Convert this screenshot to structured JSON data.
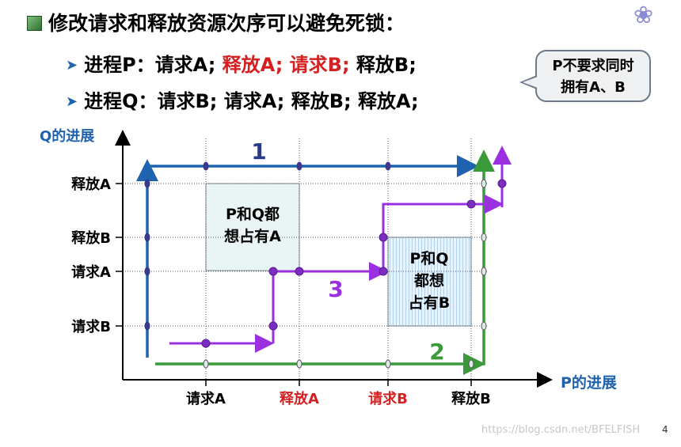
{
  "title": "修改请求和释放资源次序可以避免死锁：",
  "line_p": {
    "label": "进程P：",
    "a": "请求A; ",
    "b": "释放A; ",
    "c": "请求B; ",
    "d": "释放B;"
  },
  "line_q": {
    "label": "进程Q：",
    "text": "请求B; 请求A; 释放B; 释放A;"
  },
  "callout": {
    "line1": "P不要求同时",
    "line2": "拥有A、B"
  },
  "axis": {
    "y_label": "Q的进展",
    "x_label": "P的进展"
  },
  "y_ticks": [
    "释放A",
    "释放B",
    "请求A",
    "请求B"
  ],
  "x_ticks": [
    "请求A",
    "释放A",
    "请求B",
    "释放B"
  ],
  "regions": {
    "a": [
      "P和Q都",
      "想占有A"
    ],
    "b": [
      "P和Q",
      "都想",
      "占有B"
    ]
  },
  "paths": {
    "p1": "1",
    "p2": "2",
    "p3": "3"
  },
  "footer": "https://blog.csdn.net/BFELFISH",
  "page_number": "4",
  "colors": {
    "blue": "#1f63b0",
    "green": "#3a9a3a",
    "purple": "#9b30e0",
    "red": "#d42020",
    "axis_label": "#1f63b0"
  }
}
